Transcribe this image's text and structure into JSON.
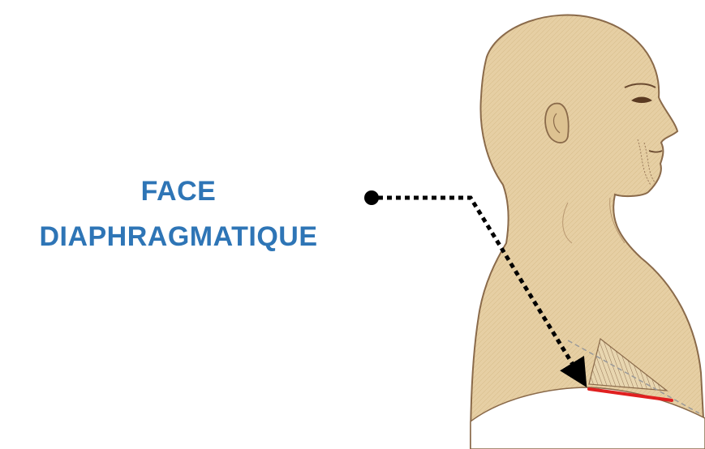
{
  "label": {
    "line1": "FACE",
    "line2": "DIAPHRAGMATIQUE"
  },
  "colors": {
    "label_text": "#2e75b6",
    "skin_fill": "#e6cfa4",
    "outline": "#8a6a4a",
    "pointer": "#000000",
    "highlight_edge": "#e02020"
  },
  "icons": {
    "figure": "human-profile-bust",
    "pointer": "dotted-arrow"
  }
}
